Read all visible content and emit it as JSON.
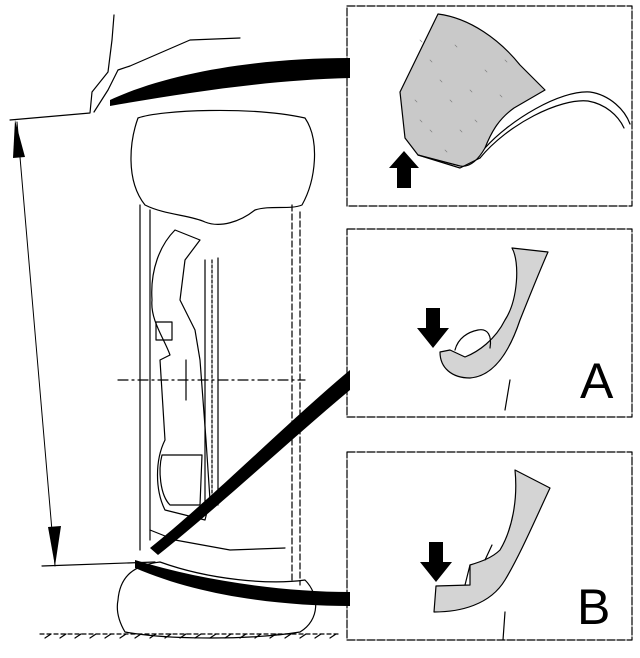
{
  "figure": {
    "inset_top": {
      "arrow_direction": "up"
    },
    "inset_a": {
      "label": "A",
      "arrow_direction": "down"
    },
    "inset_b": {
      "label": "B",
      "arrow_direction": "down"
    },
    "measurement_arrow": {
      "type": "double-headed"
    }
  }
}
